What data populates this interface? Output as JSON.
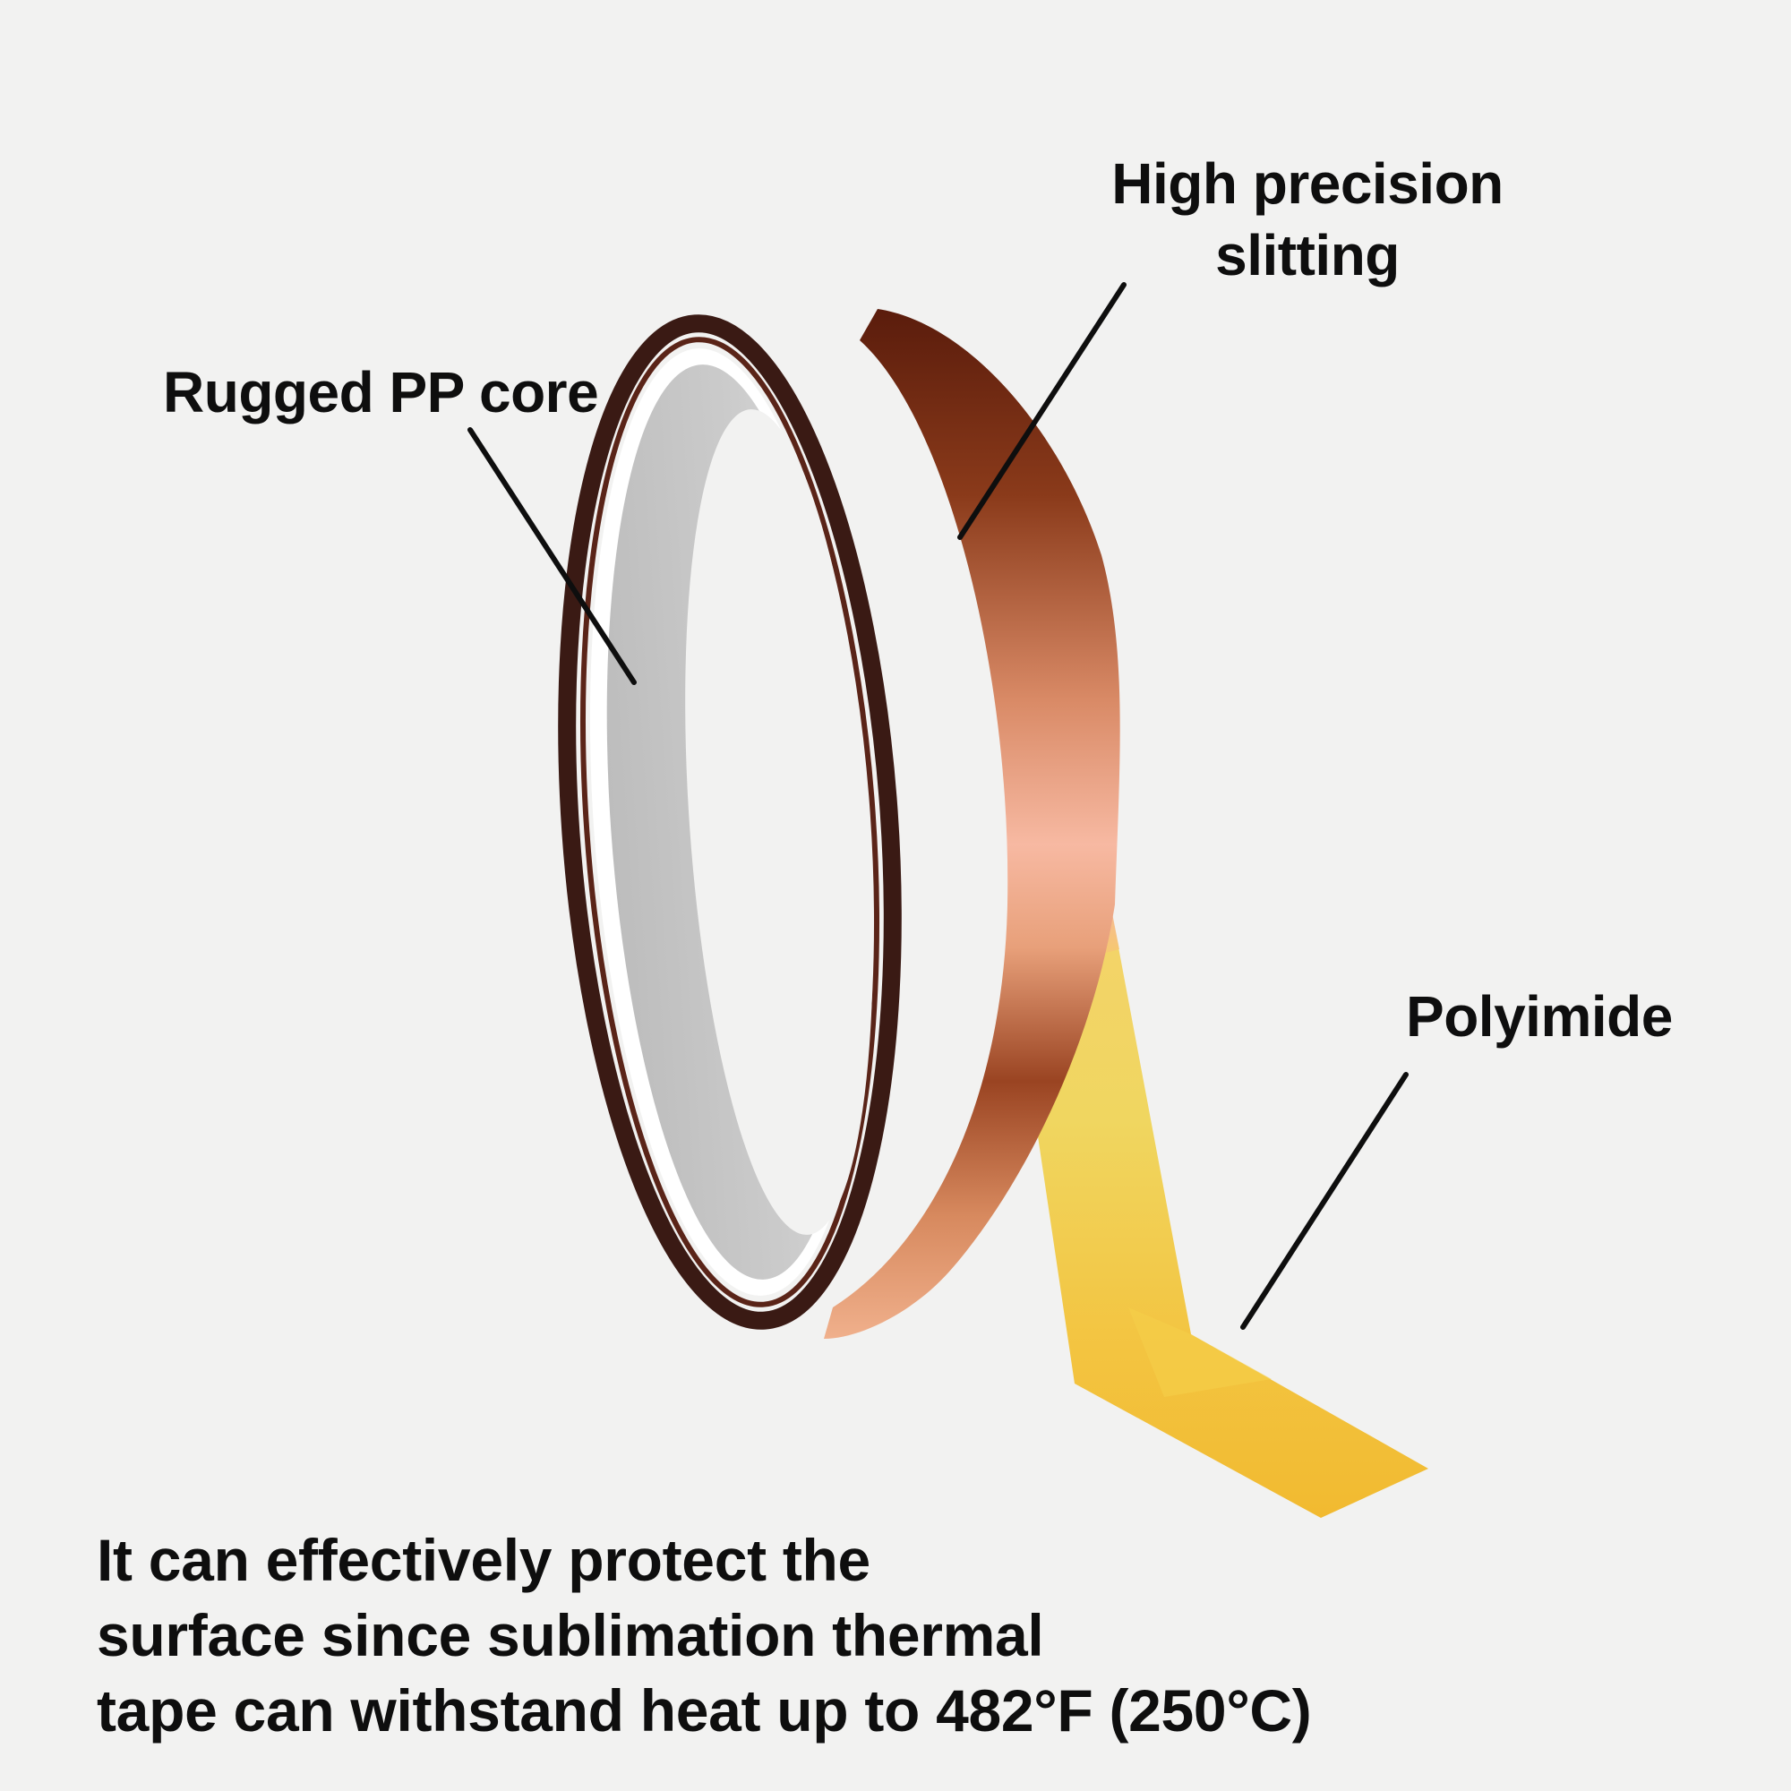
{
  "background_color": "#f2f2f1",
  "labels": {
    "core": "Rugged PP core",
    "slitting_line1": "High precision",
    "slitting_line2": "slitting",
    "polyimide": "Polyimide"
  },
  "caption": {
    "line1": "It can effectively protect the",
    "line2": "surface since sublimation thermal",
    "line3": "tape can withstand heat up to 482°F (250°C)"
  },
  "colors": {
    "tape_dark": "#6a2410",
    "tape_mid": "#c0663c",
    "tape_light": "#f6b6a0",
    "tape_amber": "#f2c84a",
    "core_gray": "#c9c9c9",
    "rim_dark": "#3a1a14",
    "text": "#0e0e0e"
  }
}
